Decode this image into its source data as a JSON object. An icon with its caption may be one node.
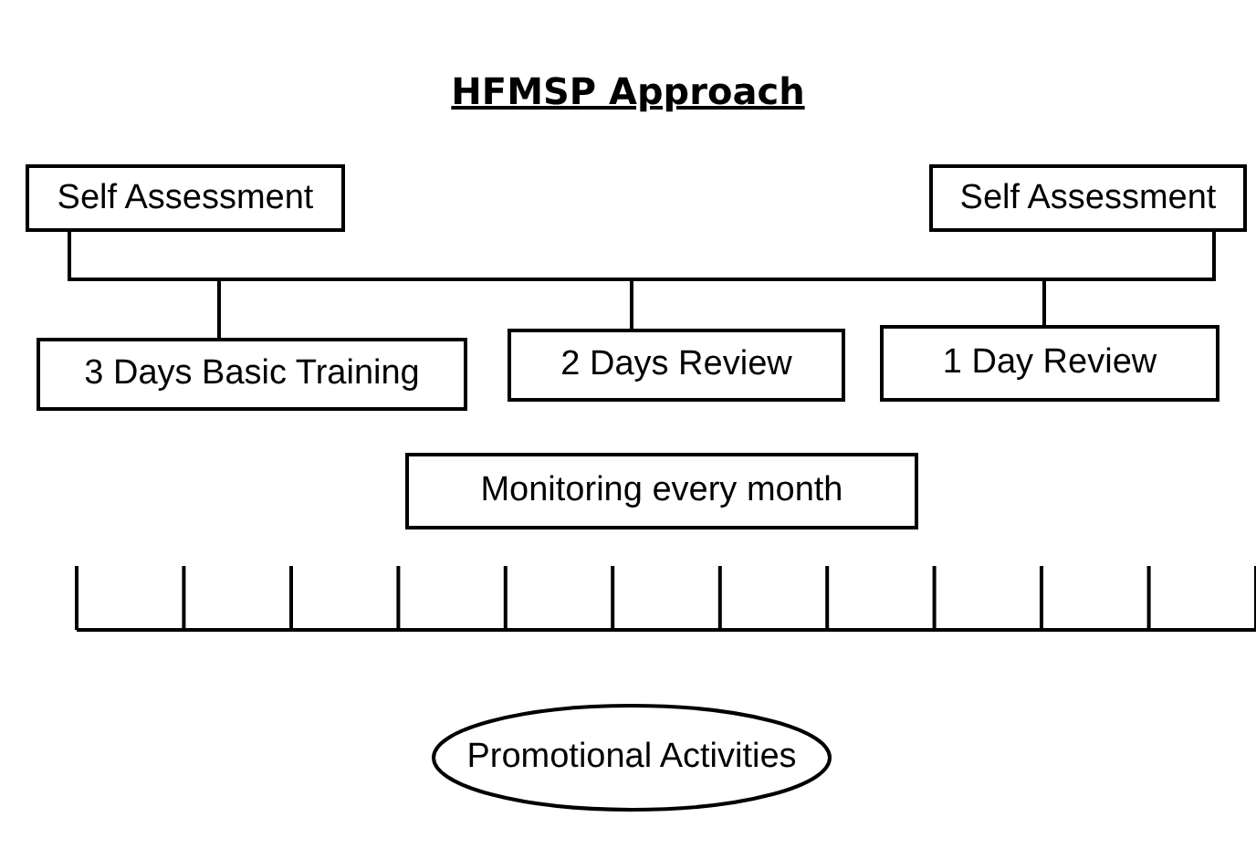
{
  "diagram": {
    "title": "HFMSP Approach",
    "nodes": [
      {
        "text": [
          "Self Assessment"
        ]
      },
      {
        "text": [
          "Self Assessment"
        ]
      },
      {
        "text": [
          "3 Days Basic Training"
        ]
      },
      {
        "text": [
          "2 Days Review"
        ]
      },
      {
        "text": [
          "1 Day Review"
        ]
      },
      {
        "text": [
          "Monitoring every month"
        ]
      },
      {
        "text": [
          "Promotional Activities"
        ]
      }
    ],
    "edges": [
      {
        "from": 0,
        "to": 1,
        "arrow": "none"
      },
      {
        "from": 0,
        "to": 2,
        "arrow": "none"
      },
      {
        "from": 0,
        "to": 3,
        "arrow": "none"
      },
      {
        "from": 0,
        "to": 4,
        "arrow": "none"
      }
    ]
  }
}
